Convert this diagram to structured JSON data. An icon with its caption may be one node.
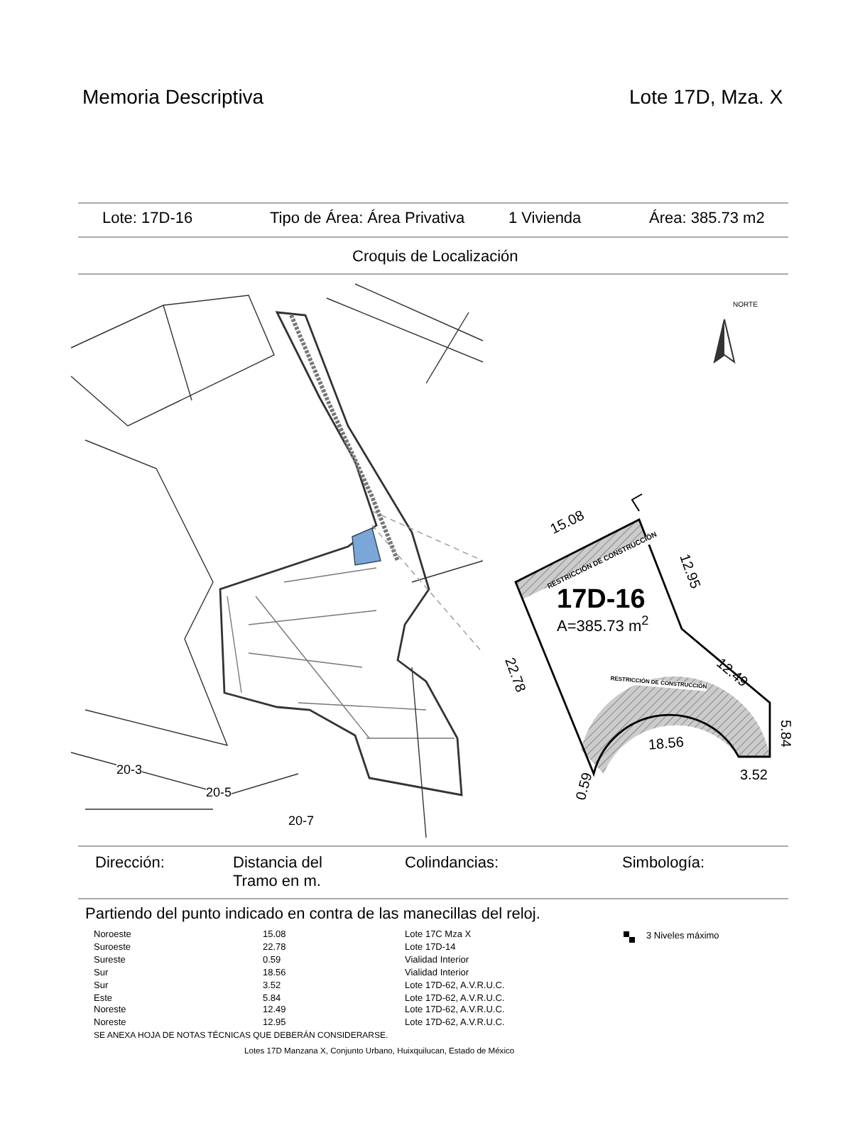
{
  "diagram": {
    "title": "Memoria Descriptiva",
    "caption": "Lotes 17D Manzana X, Conjunto Urbano, Huixquilucan, Estado de México",
    "labels": [
      "Lote 17D, Mza. X",
      "Lote: 17D-16",
      "Tipo de Área: Área Privativa",
      "1 Vivienda",
      "Área: 385.73 m2",
      "Croquis de Localización",
      "NORTE",
      "20-3",
      "20-5",
      "20-7",
      "15.08",
      "12.95",
      "12.49",
      "5.84",
      "3.52",
      "18.56",
      "0.59",
      "22.78",
      "RESTRICCIÓN DE CONSTRUCCIÓN",
      "RESTRICCIÓN DE CONSTRUCCIÓN",
      "17D-16",
      "A=385.73 m$^{2}$",
      "Dirección:",
      "Distancia del Tramo en m.",
      "Colindancias:",
      "Simbología:",
      "Partiendo del punto indicado en contra de las manecillas del reloj.",
      "Noroeste",
      "15.08",
      "Lote 17C Mza X",
      "Suroeste",
      "22.78",
      "Lote 17D-14",
      "Sureste",
      "0.59",
      "Vialidad Interior",
      "Sur",
      "18.56",
      "Vialidad Interior",
      "Sur",
      "3.52",
      "Lote 17D-62, A.V.R.U.C.",
      "Este",
      "5.84",
      "Lote 17D-62, A.V.R.U.C.",
      "Noreste",
      "12.49",
      "Lote 17D-62, A.V.R.U.C.",
      "Noreste",
      "12.95",
      "Lote 17D-62, A.V.R.U.C.",
      "SE ANEXA HOJA DE NOTAS TÉCNICAS QUE DEBERÁN CONSIDERARSE."
    ],
    "legend": [
      {
        "text": "3 Niveles máximo"
      }
    ]
  }
}
